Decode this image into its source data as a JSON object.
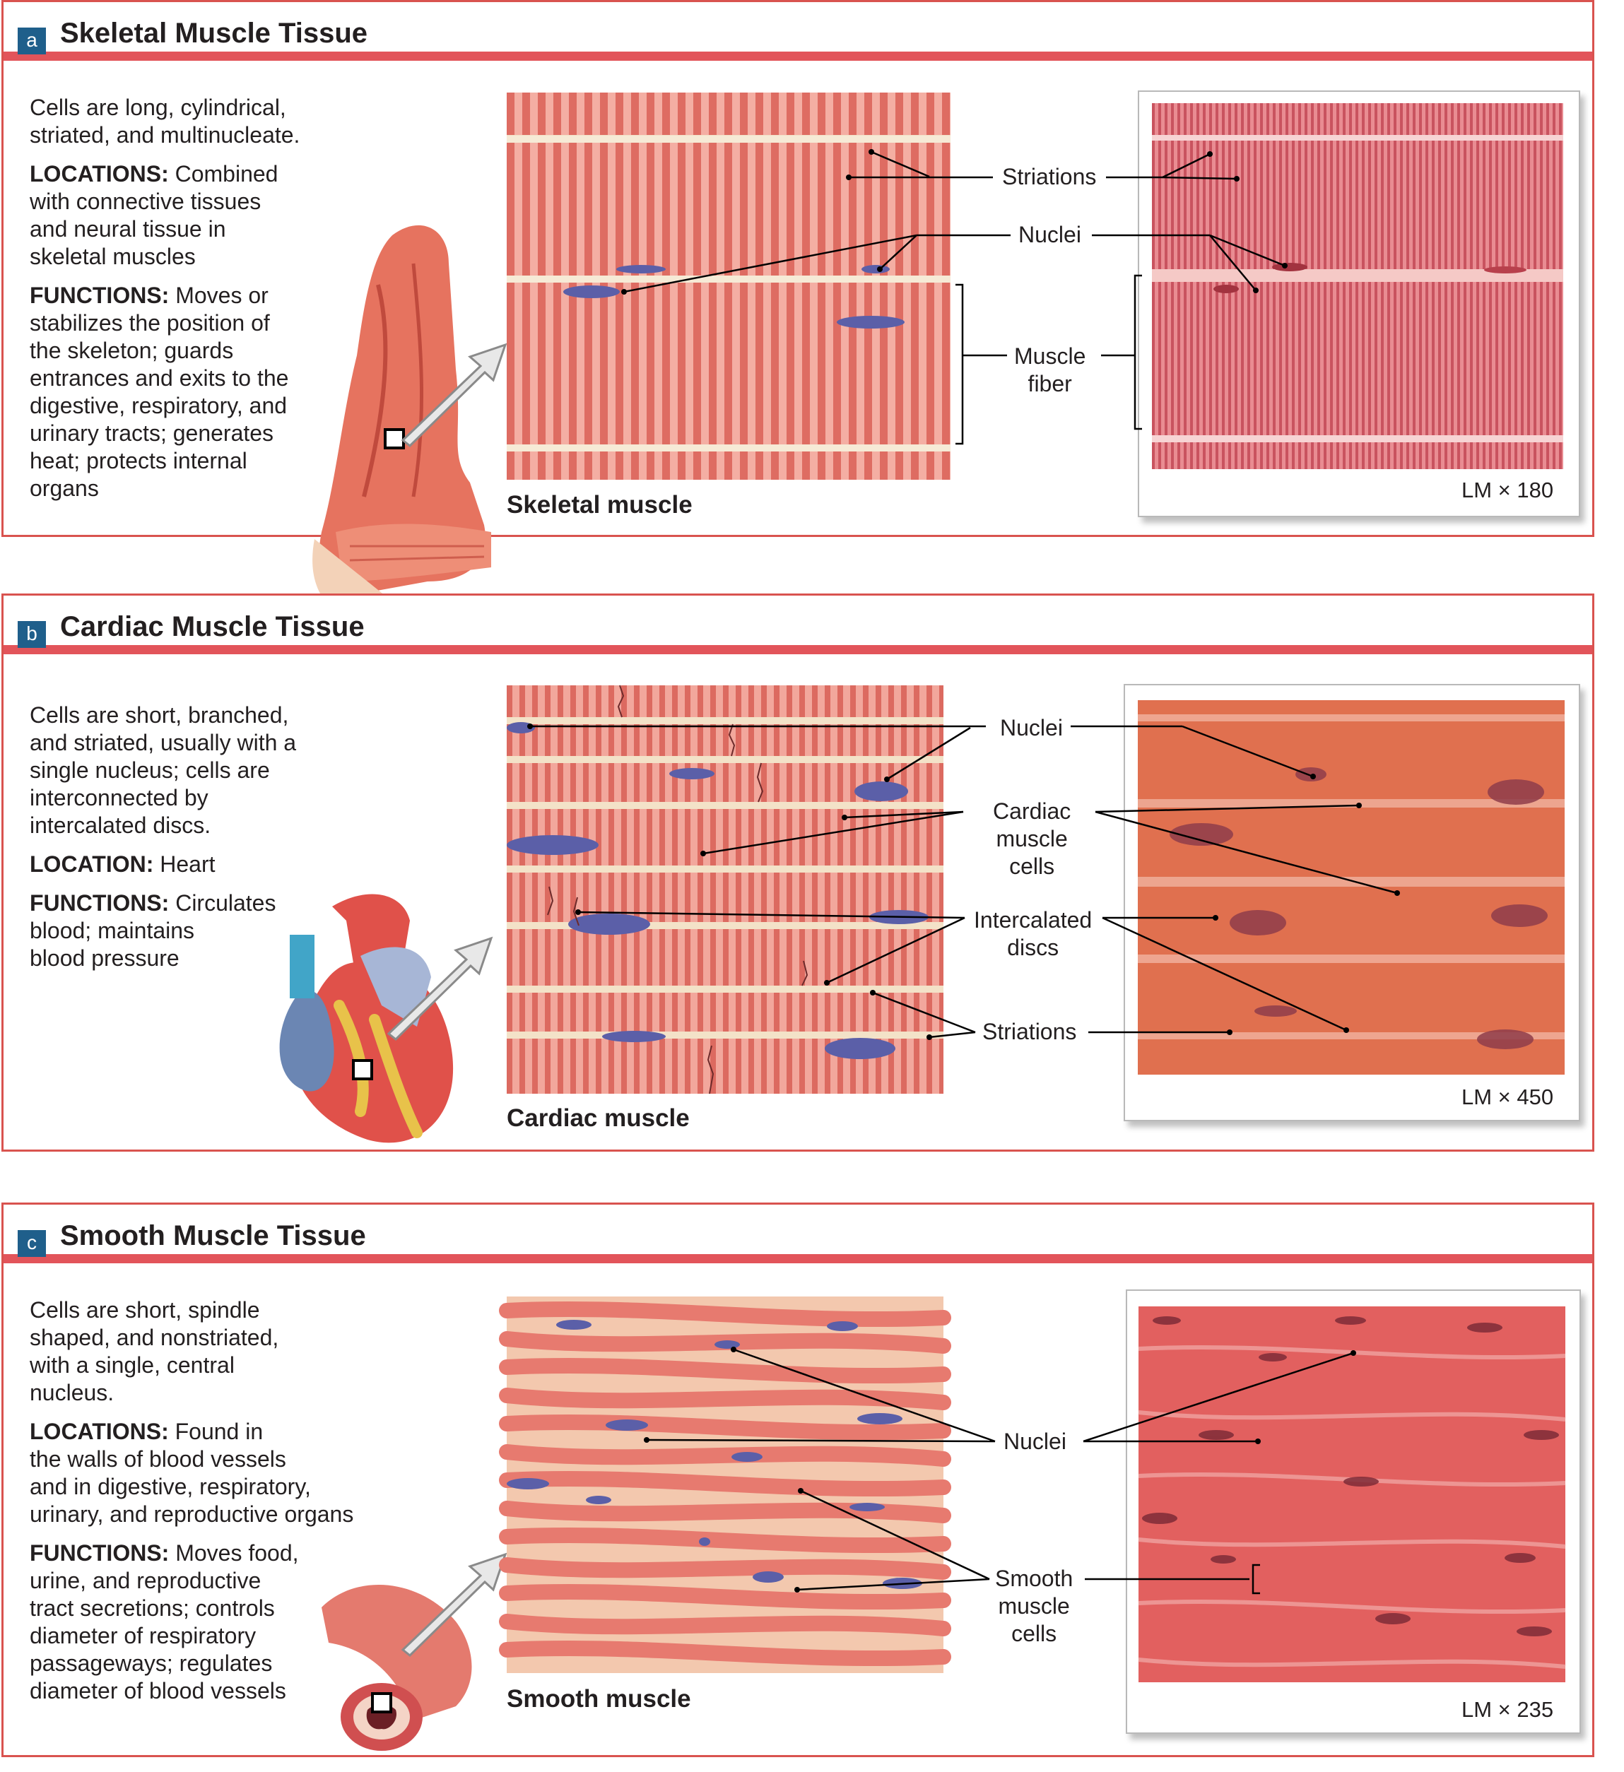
{
  "panels": [
    {
      "letter": "a",
      "title": "Skeletal Muscle Tissue",
      "desc1": "Cells are long, cylindrical,",
      "desc2": "striated, and multinucleate.",
      "loc_label": "LOCATIONS:",
      "loc1": " Combined",
      "loc2": "with connective tissues",
      "loc3": "and neural tissue in",
      "loc4": "skeletal muscles",
      "fn_label": "FUNCTIONS:",
      "fn1": " Moves or",
      "fn2": "stabilizes the position of",
      "fn3": "the skeleton; guards",
      "fn4": "entrances and exits to the",
      "fn5": "digestive, respiratory, and",
      "fn6": "urinary tracts; generates",
      "fn7": "heat; protects internal",
      "fn8": "organs",
      "illustration_label": "Skeletal muscle",
      "label_striations": "Striations",
      "label_nuclei": "Nuclei",
      "label_fiber_1": "Muscle",
      "label_fiber_2": "fiber",
      "magnification": "LM × 180"
    },
    {
      "letter": "b",
      "title": "Cardiac Muscle Tissue",
      "desc1": "Cells are short, branched,",
      "desc2": "and striated, usually with a",
      "desc3": "single nucleus; cells are",
      "desc4": "interconnected by",
      "desc5": "intercalated discs.",
      "loc_label": "LOCATION:",
      "loc1": " Heart",
      "fn_label": "FUNCTIONS:",
      "fn1": " Circulates",
      "fn2": "blood; maintains",
      "fn3": "blood pressure",
      "illustration_label": "Cardiac muscle",
      "label_nuclei": "Nuclei",
      "label_cells_1": "Cardiac",
      "label_cells_2": "muscle",
      "label_cells_3": "cells",
      "label_discs_1": "Intercalated",
      "label_discs_2": "discs",
      "label_striations": "Striations",
      "magnification": "LM × 450"
    },
    {
      "letter": "c",
      "title": "Smooth Muscle Tissue",
      "desc1": "Cells are short, spindle",
      "desc2": "shaped, and nonstriated,",
      "desc3": "with a single, central",
      "desc4": "nucleus.",
      "loc_label": "LOCATIONS:",
      "loc1": " Found in",
      "loc2": "the walls of blood vessels",
      "loc3": "and in digestive, respiratory,",
      "loc4": "urinary, and reproductive organs",
      "fn_label": "FUNCTIONS:",
      "fn1": " Moves food,",
      "fn2": "urine, and reproductive",
      "fn3": "tract secretions; controls",
      "fn4": "diameter of respiratory",
      "fn5": "passageways; regulates",
      "fn6": "diameter of blood vessels",
      "illustration_label": "Smooth muscle",
      "label_nuclei": "Nuclei",
      "label_cells_1": "Smooth",
      "label_cells_2": "muscle",
      "label_cells_3": "cells",
      "magnification": "LM × 235"
    }
  ],
  "colors": {
    "panel_border": "#d9534f",
    "header_bar": "#e2545a",
    "badge": "#1f5f8b",
    "muscle_light": "#f3a9a0",
    "muscle_dark": "#d9605a",
    "nucleus": "#5b5fa8",
    "membrane": "#f5e6cf",
    "micrograph": "#e06a73"
  },
  "icons": [
    "arm-muscle-icon",
    "heart-icon",
    "blood-vessel-icon",
    "pointer-arrow-icon"
  ]
}
